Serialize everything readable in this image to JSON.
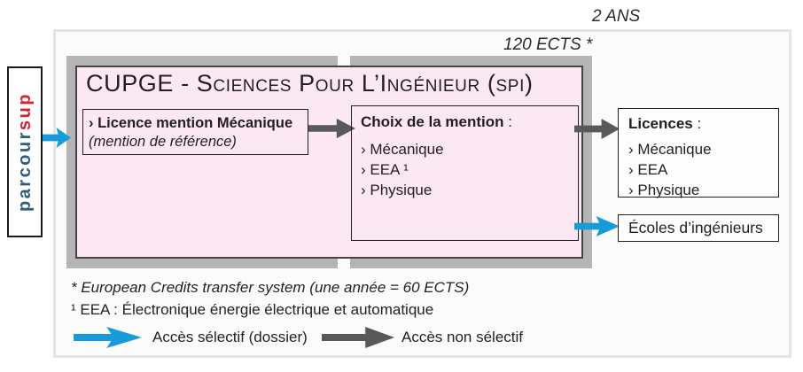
{
  "header": {
    "duration": "2 ANS",
    "credits": "120 ECTS *"
  },
  "parcoursup": {
    "part1": "parcour",
    "part2": "sup"
  },
  "cupge": {
    "title": "CUPGE - Sciences Pour L’Ingénieur (spi)",
    "reference": {
      "line1": "› Licence mention Mécanique",
      "line2": "(mention de référence)"
    },
    "choice": {
      "heading": "Choix de la mention",
      "suffix": " :",
      "items": [
        "› Mécanique",
        "› EEA ¹",
        "› Physique"
      ]
    }
  },
  "outcomes": {
    "licences": {
      "heading": "Licences",
      "suffix": " :",
      "items": [
        "› Mécanique",
        "› EEA",
        "› Physique"
      ]
    },
    "schools": {
      "label": "Écoles d’ingénieurs"
    }
  },
  "footnotes": {
    "ects": "* European Credits transfer system (une année = 60 ECTS)",
    "eea": "¹ EEA : Électronique énergie électrique et automatique"
  },
  "legend": {
    "selective": {
      "label": "Accès sélectif (dossier)",
      "color": "#189cd9"
    },
    "non_selective": {
      "label": "Accès non sélectif",
      "color": "#58595b"
    }
  },
  "colors": {
    "pink_fill": "#fce8f2",
    "frame_gray": "#b5b5b5",
    "dark_border": "#48424a",
    "selective_blue": "#189cd9",
    "non_selective_gray": "#58595b",
    "parcour_blue": "#2e5e7d",
    "sup_red": "#d2232a"
  }
}
